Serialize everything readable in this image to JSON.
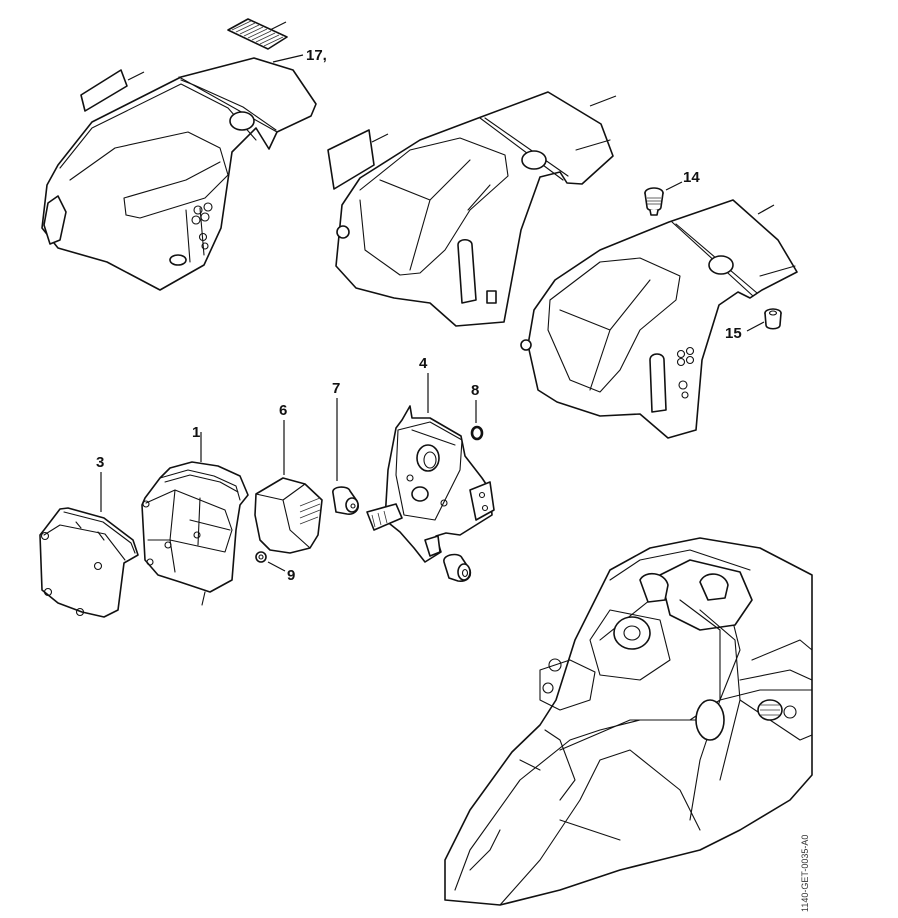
{
  "diagram": {
    "title": "",
    "figure_code": "1140-GET-0035-A0",
    "callouts": [
      {
        "id": "17",
        "text": "17,"
      },
      {
        "id": "14",
        "text": "14"
      },
      {
        "id": "15",
        "text": "15"
      },
      {
        "id": "4",
        "text": "4"
      },
      {
        "id": "8",
        "text": "8"
      },
      {
        "id": "7",
        "text": "7"
      },
      {
        "id": "6",
        "text": "6"
      },
      {
        "id": "1",
        "text": "1"
      },
      {
        "id": "3",
        "text": "3"
      },
      {
        "id": "9",
        "text": "9"
      }
    ],
    "parts": [
      "shroud-cover-variant-1",
      "shroud-cover-variant-2",
      "shroud-cover-variant-3",
      "label-decal",
      "grille-decal",
      "knob-screw",
      "grommet",
      "carburetor-box",
      "o-ring",
      "rubber-buffer",
      "filter-pre-separator",
      "air-filter",
      "filter-cover",
      "nut",
      "chainsaw-assembly-overview"
    ]
  }
}
